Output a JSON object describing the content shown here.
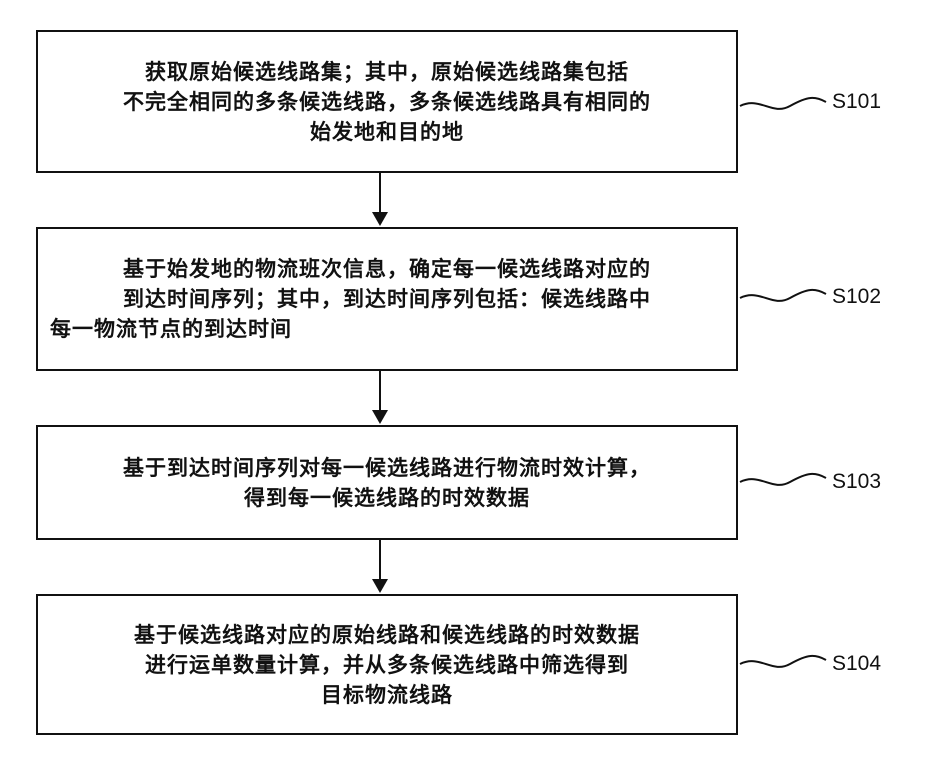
{
  "steps": [
    {
      "id": "S101",
      "lines": [
        "获取原始候选线路集；其中，原始候选线路集包括",
        "不完全相同的多条候选线路，多条候选线路具有相同的",
        "始发地和目的地"
      ]
    },
    {
      "id": "S102",
      "lines": [
        "基于始发地的物流班次信息，确定每一候选线路对应的",
        "到达时间序列；其中，到达时间序列包括：候选线路中",
        "每一物流节点的到达时间"
      ]
    },
    {
      "id": "S103",
      "lines": [
        "基于到达时间序列对每一候选线路进行物流时效计算，",
        "得到每一候选线路的时效数据"
      ]
    },
    {
      "id": "S104",
      "lines": [
        "基于候选线路对应的原始线路和候选线路的时效数据",
        "进行运单数量计算，并从多条候选线路中筛选得到",
        "目标物流线路"
      ]
    }
  ]
}
